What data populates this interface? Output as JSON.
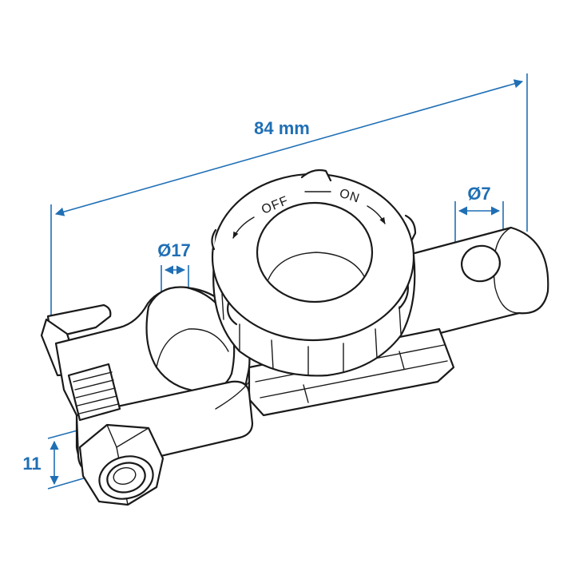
{
  "dimensions": {
    "length": "84 mm",
    "post_diameter": "Ø17",
    "hole_diameter": "Ø7",
    "height": "11"
  },
  "dial": {
    "off_label": "OFF",
    "on_label": "ON"
  },
  "colors": {
    "dimension": "#1f6fb5",
    "outline": "#1a1a1a"
  }
}
